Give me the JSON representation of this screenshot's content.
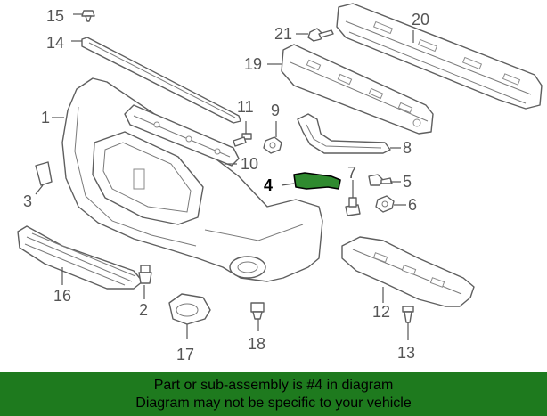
{
  "callouts": {
    "c1": "1",
    "c2": "2",
    "c3": "3",
    "c4": "4",
    "c5": "5",
    "c6": "6",
    "c7": "7",
    "c8": "8",
    "c9": "9",
    "c10": "10",
    "c11": "11",
    "c12": "12",
    "c13": "13",
    "c14": "14",
    "c15": "15",
    "c16": "16",
    "c17": "17",
    "c18": "18",
    "c19": "19",
    "c20": "20",
    "c21": "21"
  },
  "highlight": {
    "part": "4",
    "color": "#2f8a2f"
  },
  "banner": {
    "line1": "Part or sub-assembly is #4 in diagram",
    "line2": "Diagram may not be specific to your vehicle",
    "background": "#1e7a1e"
  }
}
